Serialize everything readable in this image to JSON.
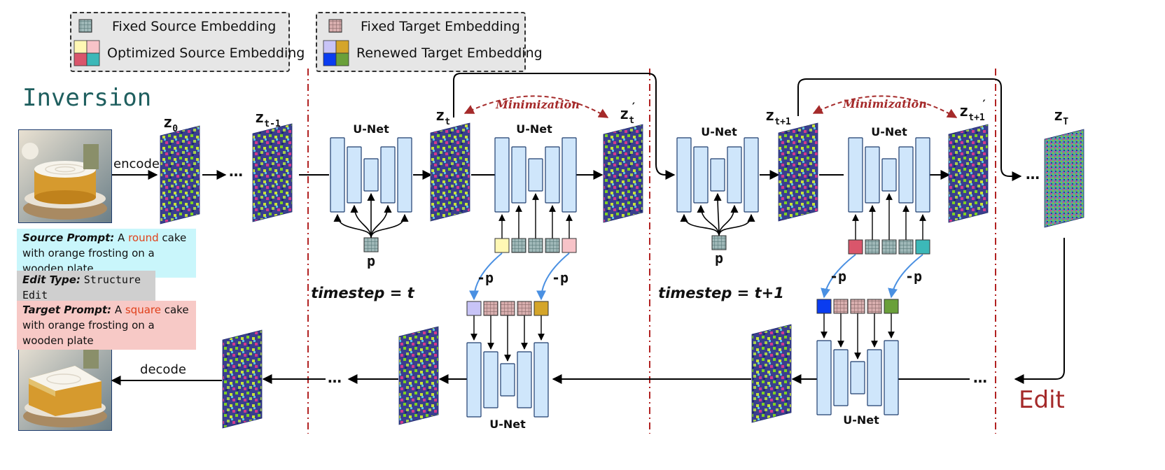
{
  "legend": {
    "fixed_source": "Fixed Source Embedding",
    "optimized_source": "Optimized Source Embedding",
    "fixed_target": "Fixed Target Embedding",
    "renewed_target": "Renewed Target Embedding"
  },
  "headings": {
    "inversion": "Inversion",
    "edit": "Edit"
  },
  "labels": {
    "encode": "encode",
    "decode": "decode",
    "unet": "U-Net",
    "p": "p",
    "neg_p": "-p",
    "minimization": "Minimization",
    "timestep_t": "timestep = t",
    "timestep_t1": "timestep = t+1",
    "ellipsis": "…"
  },
  "latents": {
    "z0": "z",
    "z0_sub": "0",
    "zt_1": "z",
    "zt_1_sub": "t-1",
    "zt": "z",
    "zt_sub": "t",
    "zt_prime": "z",
    "zt_prime_sub": "t",
    "zt1": "z",
    "zt1_sub": "t+1",
    "zt1_prime": "z",
    "zt1_prime_sub": "t+1",
    "zT": "z",
    "zT_sub": "T",
    "prime": "′"
  },
  "prompts": {
    "source_label": "Source Prompt:",
    "source_pre": " A ",
    "source_word": "round",
    "source_post": " cake with orange frosting on a wooden plate",
    "edit_label": "Edit Type:",
    "edit_value": "Structure Edit",
    "target_label": "Target Prompt:",
    "target_pre": " A ",
    "target_word": "square",
    "target_post": " cake with orange frosting on a wooden plate"
  },
  "colors": {
    "unet_fill": "#cfe6fb",
    "unet_stroke": "#1e3c6e",
    "source_prompt_bg": "#c9f6fb",
    "edit_type_bg": "#cfcfcf",
    "target_prompt_bg": "#f7c9c6",
    "divider": "#b22222",
    "minimization": "#a52a2a",
    "neg_p_arrow": "#4a90e2",
    "opt_src_1": "#fff8b4",
    "opt_src_2": "#f7c3c8",
    "opt_src_3": "#d9566b",
    "opt_src_4": "#3cb8b8",
    "ren_tgt_1": "#c8c4f7",
    "ren_tgt_2": "#d4a52a",
    "ren_tgt_3": "#0a3cf0",
    "ren_tgt_4": "#6aa03a"
  }
}
